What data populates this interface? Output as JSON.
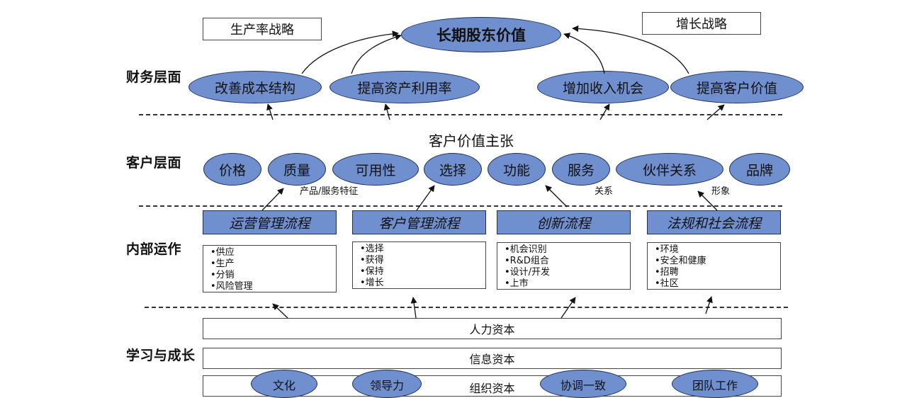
{
  "strategies": {
    "productivity": "生产率战略",
    "growth": "增长战略"
  },
  "layers": {
    "financial": "财务层面",
    "customer": "客户层面",
    "internal": "内部运作",
    "learning": "学习与成长"
  },
  "financial": {
    "goal": "长期股东价值",
    "items": [
      "改善成本结构",
      "提高资产利用率",
      "增加收入机会",
      "提高客户价值"
    ]
  },
  "customer": {
    "title": "客户价值主张",
    "attributes": [
      "价格",
      "质量",
      "可用性",
      "选择",
      "功能",
      "服务",
      "伙伴关系",
      "品牌"
    ],
    "groups": {
      "product_service": "产品/服务特征",
      "relationship": "关系",
      "image": "形象"
    }
  },
  "internal": {
    "processes": [
      {
        "title": "运营管理流程",
        "items": [
          "•供应",
          "•生产",
          "•分销",
          "•风险管理"
        ]
      },
      {
        "title": "客户管理流程",
        "items": [
          "•选择",
          "•获得",
          "•保持",
          "•增长"
        ]
      },
      {
        "title": "创新流程",
        "items": [
          "•机会识别",
          "•R&D组合",
          "•设计/开发",
          "•上市"
        ]
      },
      {
        "title": "法规和社会流程",
        "items": [
          "•环境",
          "•安全和健康",
          "•招聘",
          "•社区"
        ]
      }
    ]
  },
  "learning": {
    "human_capital": "人力资本",
    "information_capital": "信息资本",
    "organization_capital": "组织资本",
    "culture_items": [
      "文化",
      "领导力",
      "协调一致",
      "团队工作"
    ]
  },
  "colors": {
    "ellipse_fill": "#6f8fcf",
    "ellipse_border": "#1f2f5a"
  }
}
